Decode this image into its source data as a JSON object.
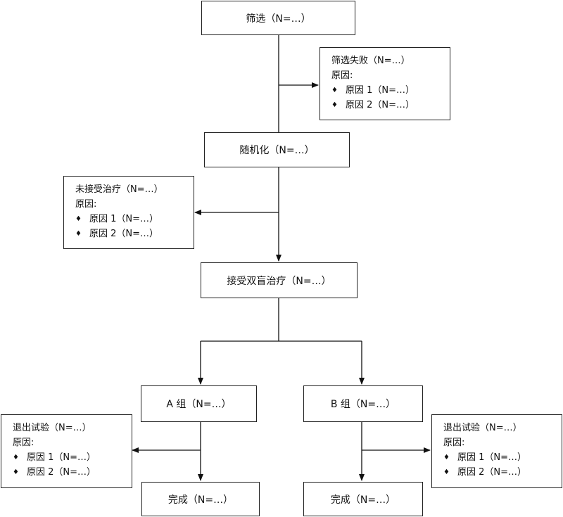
{
  "boxes": {
    "screening": "筛选（N=…）",
    "screen_fail": {
      "title": "筛选失败（N=…）",
      "reason_label": "原因:",
      "reasons": [
        "原因 1（N=…）",
        "原因 2（N=…）"
      ]
    },
    "randomization": "随机化（N=…）",
    "not_treated": {
      "title": "未接受治疗（N=…）",
      "reason_label": "原因:",
      "reasons": [
        "原因 1（N=…）",
        "原因 2（N=…）"
      ]
    },
    "blind_treatment": "接受双盲治疗（N=…）",
    "group_a": "A 组（N=…）",
    "group_b": "B 组（N=…）",
    "withdraw_a": {
      "title": "退出试验（N=…）",
      "reason_label": "原因:",
      "reasons": [
        "原因 1（N=…）",
        "原因 2（N=…）"
      ]
    },
    "withdraw_b": {
      "title": "退出试验（N=…）",
      "reason_label": "原因:",
      "reasons": [
        "原因 1（N=…）",
        "原因 2（N=…）"
      ]
    },
    "complete_a": "完成（N=…）",
    "complete_b": "完成（N=…）"
  },
  "bullet_glyph": "♦"
}
